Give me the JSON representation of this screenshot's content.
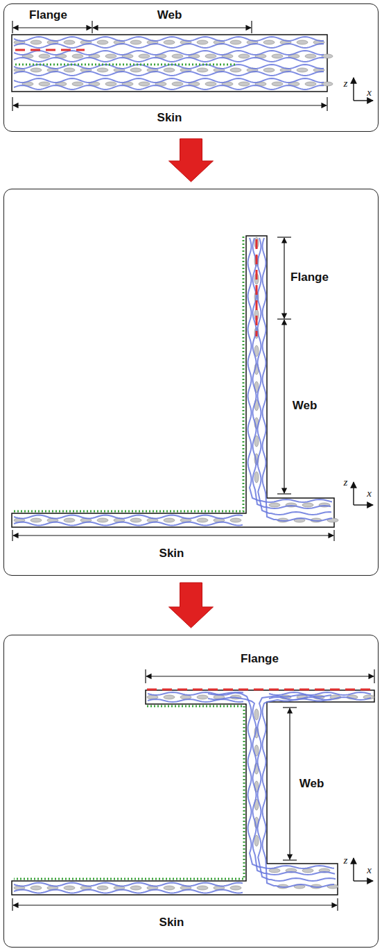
{
  "diagram": {
    "nodes": [
      {
        "text": [
          "Flange",
          "Web",
          "Skin",
          "z",
          "x"
        ]
      },
      {
        "text": [
          "Flange",
          "Web",
          "Skin",
          "z",
          "x"
        ]
      },
      {
        "text": [
          "Flange",
          "Web",
          "Skin",
          "z",
          "x"
        ]
      }
    ],
    "edges": [
      {
        "from": 0,
        "to": 1,
        "arrow": "to"
      },
      {
        "from": 1,
        "to": 2,
        "arrow": "to"
      }
    ]
  }
}
